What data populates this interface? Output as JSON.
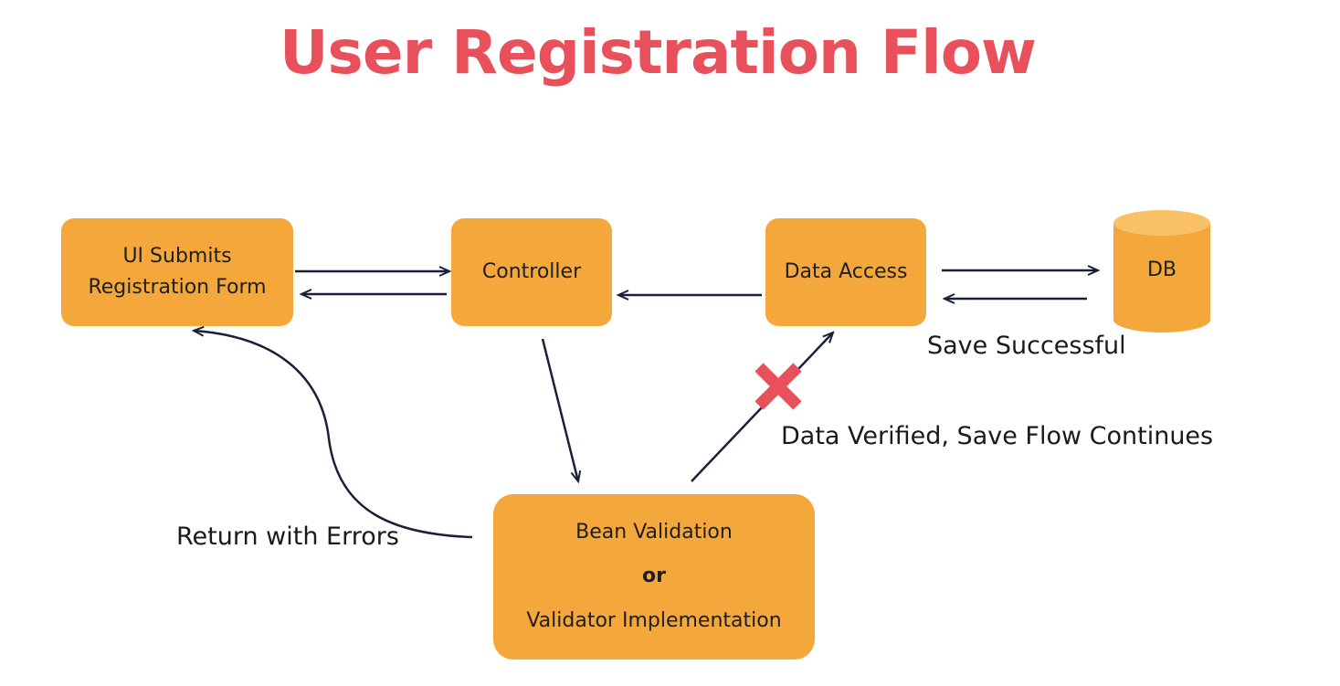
{
  "title": "User Registration Flow",
  "nodes": {
    "ui_form": {
      "line1": "UI Submits",
      "line2": "Registration Form"
    },
    "controller": {
      "label": "Controller"
    },
    "data_access": {
      "label": "Data Access"
    },
    "db": {
      "label": "DB"
    },
    "validation": {
      "line1": "Bean Validation",
      "line2": "or",
      "line3": "Validator Implementation"
    }
  },
  "edge_labels": {
    "save_successful": "Save Successful",
    "data_verified": "Data Verified, Save Flow Continues",
    "return_errors": "Return with Errors"
  },
  "colors": {
    "title": "#e8505b",
    "box_fill": "#f4a73a",
    "arrow": "#1c1f3a",
    "cross": "#e8505b"
  },
  "icons": {
    "blocked_marker": "red-x-icon"
  }
}
